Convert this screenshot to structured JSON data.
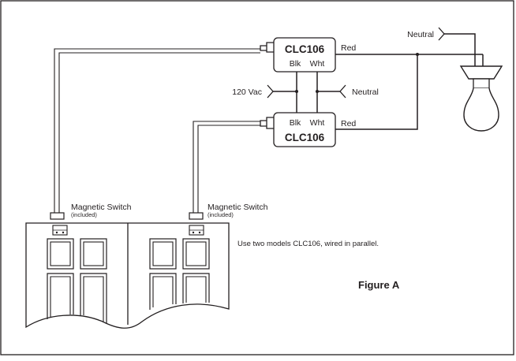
{
  "diagram": {
    "devices": [
      {
        "model": "CLC106",
        "terminals": [
          "Blk",
          "Wht"
        ]
      },
      {
        "model": "CLC106",
        "terminals": [
          "Blk",
          "Wht"
        ]
      }
    ],
    "labels": {
      "neutral_top": "Neutral",
      "red_top": "Red",
      "red_bottom": "Red",
      "supply": "120 Vac",
      "neutral_mid": "Neutral"
    },
    "switches": [
      {
        "label": "Magnetic Switch",
        "note": "(included)"
      },
      {
        "label": "Magnetic Switch",
        "note": "(included)"
      }
    ],
    "note": "Use two models CLC106, wired in parallel.",
    "figure_label": "Figure A"
  }
}
